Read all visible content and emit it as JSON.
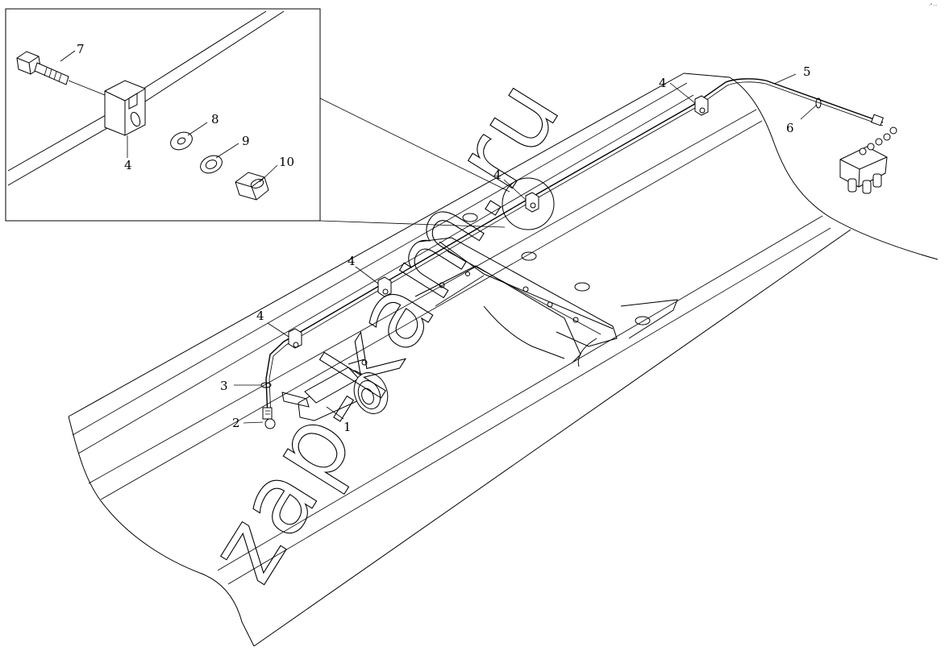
{
  "watermark": "zap-kam.ru",
  "corner_mark": "·° ···",
  "inset_callouts": {
    "bolt": "7",
    "bracket": "4",
    "washer": "8",
    "lock_washer": "9",
    "nut": "10"
  },
  "main_callouts": {
    "cylinder": "1",
    "fitting": "2",
    "clip": "3",
    "bracket_1": "4",
    "bracket_2": "4",
    "bracket_3": "4",
    "bracket_4": "4",
    "pipe": "5",
    "clamp": "6"
  }
}
